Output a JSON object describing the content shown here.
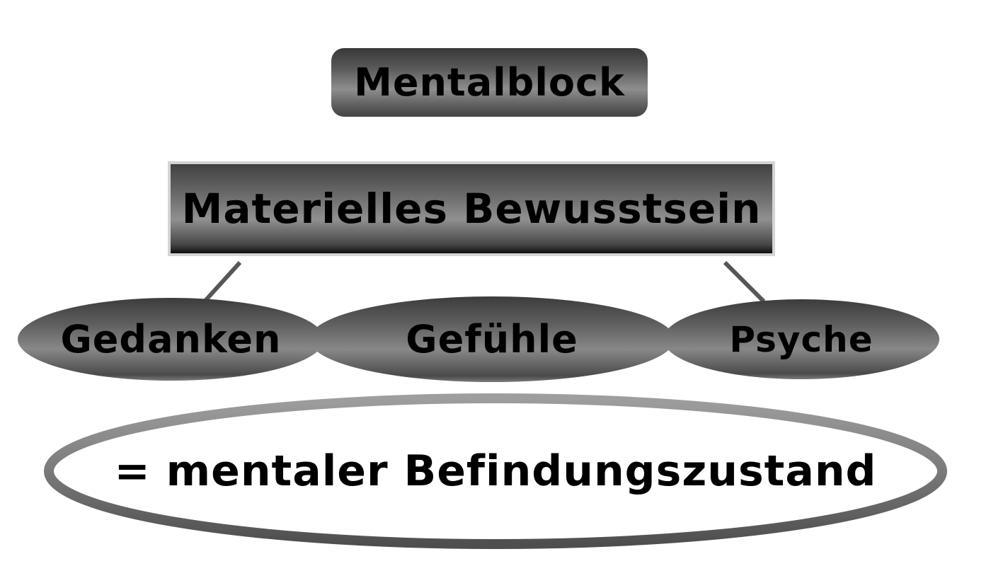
{
  "diagram": {
    "type": "concept-map",
    "language": "de",
    "background": "#ffffff",
    "nodes": {
      "mentalblock": {
        "label": "Mentalblock",
        "shape": "rounded-rectangle",
        "fill": "glossy-dark-gray",
        "text_color": "#000000"
      },
      "materielles": {
        "label": "Materielles Bewusstsein",
        "shape": "beveled-rectangle",
        "fill": "glossy-dark-gray",
        "border_color": "#d4d4d4",
        "text_color": "#000000"
      },
      "gedanken": {
        "label": "Gedanken",
        "shape": "ellipse",
        "fill": "glossy-dark-gray",
        "text_color": "#000000"
      },
      "gefuehle": {
        "label": "Gefühle",
        "shape": "ellipse",
        "fill": "glossy-dark-gray",
        "text_color": "#000000"
      },
      "psyche": {
        "label": "Psyche",
        "shape": "ellipse",
        "fill": "glossy-dark-gray",
        "text_color": "#000000"
      },
      "result": {
        "label": "= mentaler Befindungszustand",
        "shape": "outlined-ellipse",
        "fill": "#ffffff",
        "border": "thick-gray-gradient",
        "text_color": "#000000"
      }
    },
    "edges": [
      {
        "from": "mentalblock",
        "to": "materielles",
        "style": "straight-vertical"
      },
      {
        "from": "materielles",
        "to": "gedanken",
        "style": "straight-diagonal"
      },
      {
        "from": "materielles",
        "to": "gefuehle",
        "style": "straight-vertical"
      },
      {
        "from": "materielles",
        "to": "psyche",
        "style": "straight-diagonal"
      },
      {
        "from": "gefuehle",
        "to": "result",
        "style": "straight-vertical"
      }
    ],
    "colors": {
      "node_gradient_top": "#383838",
      "node_gradient_light_band": "#8e8e8e",
      "node_gradient_bottom": "#474747",
      "box_border_light": "#d4d4d4",
      "box_bottom_edge": "#0d0d0d",
      "connector": "#4d4d4d",
      "result_border_top": "#9e9e9e",
      "result_border_bottom": "#4e4e4e",
      "text": "#000000",
      "background": "#ffffff"
    }
  }
}
